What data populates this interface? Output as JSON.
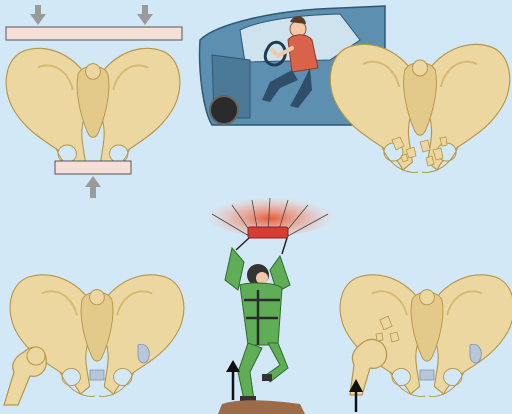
{
  "colors": {
    "background": "#d3e8f7",
    "bone_fill": "#ecd7a0",
    "bone_outline": "#b59648",
    "bone_shadow": "#d6b86e",
    "compression_plate": "#f6dfd9",
    "arrow_gray": "#9a9a9a",
    "cartilage_blue": "#b7c6d8",
    "car_body": "#5d8fb0",
    "car_dark": "#2f5874",
    "driver_shirt": "#d9634a",
    "parachute_red": "#d43c34",
    "jumpsuit_green": "#5fae57",
    "ground": "#9b6b4a",
    "impact_arrow": "#111111"
  },
  "panels": [
    {
      "id": "lateral-compression",
      "icon": "compression-arrows"
    },
    {
      "id": "car-crash-scene",
      "icon": "car-icon"
    },
    {
      "id": "fractured-pelvis",
      "icon": "fracture-icon"
    },
    {
      "id": "pelvis-with-femur",
      "icon": "femur-icon"
    },
    {
      "id": "parachute-landing",
      "icon": "parachute-icon"
    },
    {
      "id": "vertical-shear-fracture",
      "icon": "upward-arrow-icon"
    }
  ]
}
